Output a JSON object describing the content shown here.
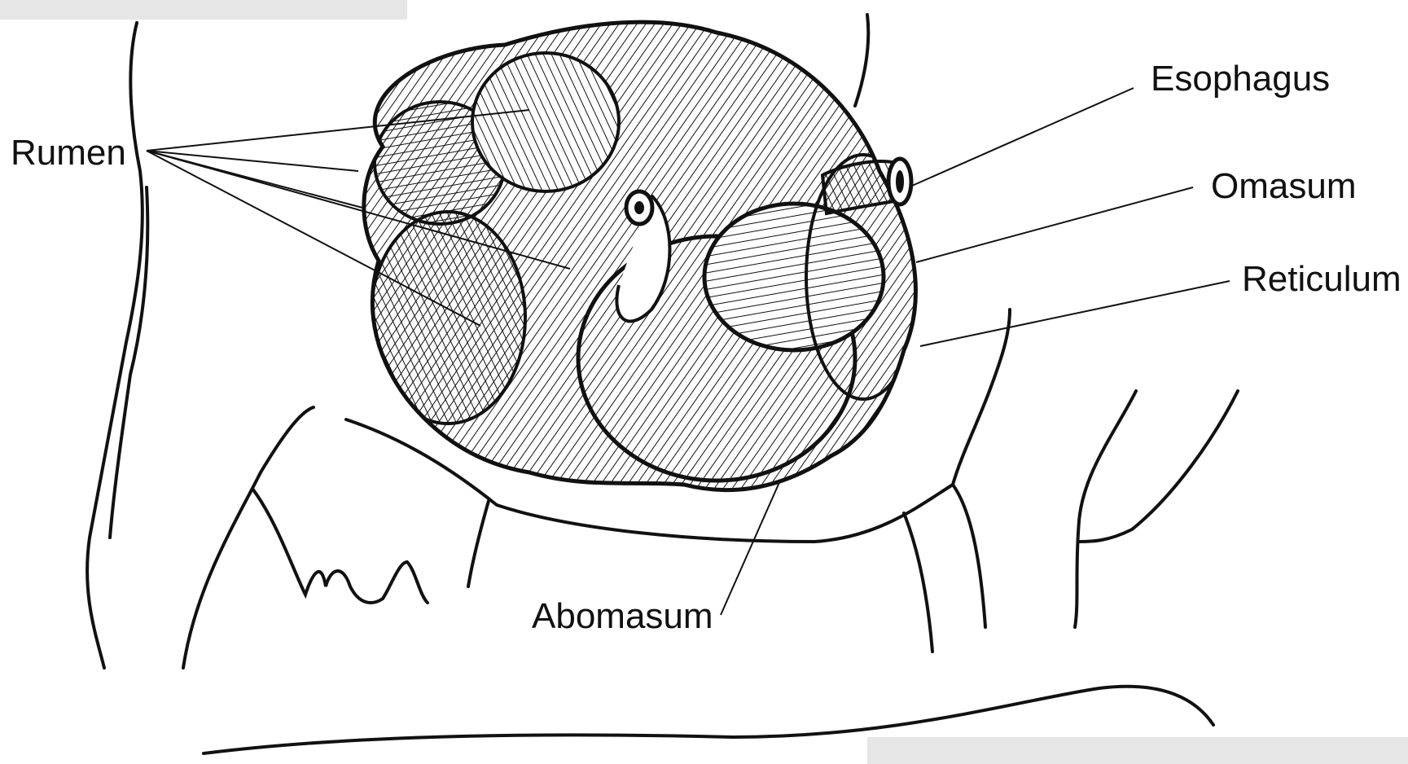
{
  "labels": {
    "rumen": "Rumen",
    "esophagus": "Esophagus",
    "omasum": "Omasum",
    "reticulum": "Reticulum",
    "abomasum": "Abomasum"
  },
  "colors": {
    "ink": "#111111",
    "background": "#ffffff",
    "bar": "#e6e6e6"
  }
}
